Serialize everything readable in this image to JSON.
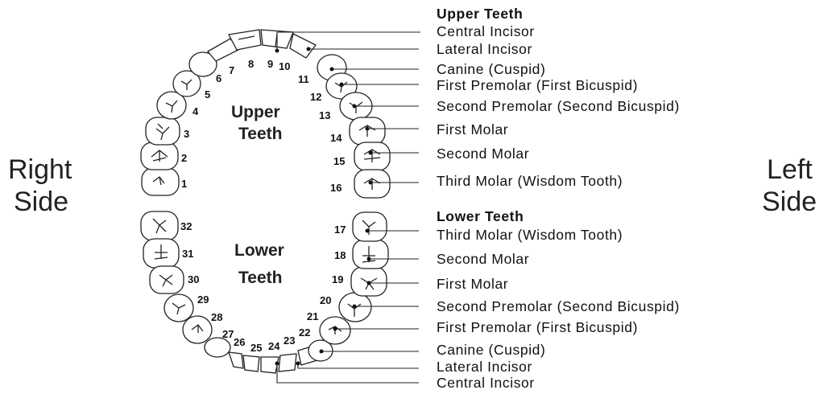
{
  "sides": {
    "right": [
      "Right",
      "Side"
    ],
    "left": [
      "Left",
      "Side"
    ]
  },
  "center": {
    "upper": [
      "Upper",
      "Teeth"
    ],
    "lower": [
      "Lower",
      "Teeth"
    ]
  },
  "upper_header": "Upper Teeth",
  "lower_header": "Lower Teeth",
  "upper_labels": [
    "Central Incisor",
    "Lateral Incisor",
    "Canine (Cuspid)",
    "First Premolar (First Bicuspid)",
    "Second Premolar (Second Bicuspid)",
    "First Molar",
    "Second Molar",
    "Third Molar (Wisdom Tooth)"
  ],
  "lower_labels": [
    "Third Molar (Wisdom Tooth)",
    "Second Molar",
    "First Molar",
    "Second Premolar (Second Bicuspid)",
    "First Premolar (First Bicuspid)",
    "Canine (Cuspid)",
    "Lateral Incisor",
    "Central Incisor"
  ],
  "tooth_numbers": [
    "1",
    "2",
    "3",
    "4",
    "5",
    "6",
    "7",
    "8",
    "9",
    "10",
    "11",
    "12",
    "13",
    "14",
    "15",
    "16",
    "17",
    "18",
    "19",
    "20",
    "21",
    "22",
    "23",
    "24",
    "25",
    "26",
    "27",
    "28",
    "29",
    "30",
    "31",
    "32"
  ]
}
